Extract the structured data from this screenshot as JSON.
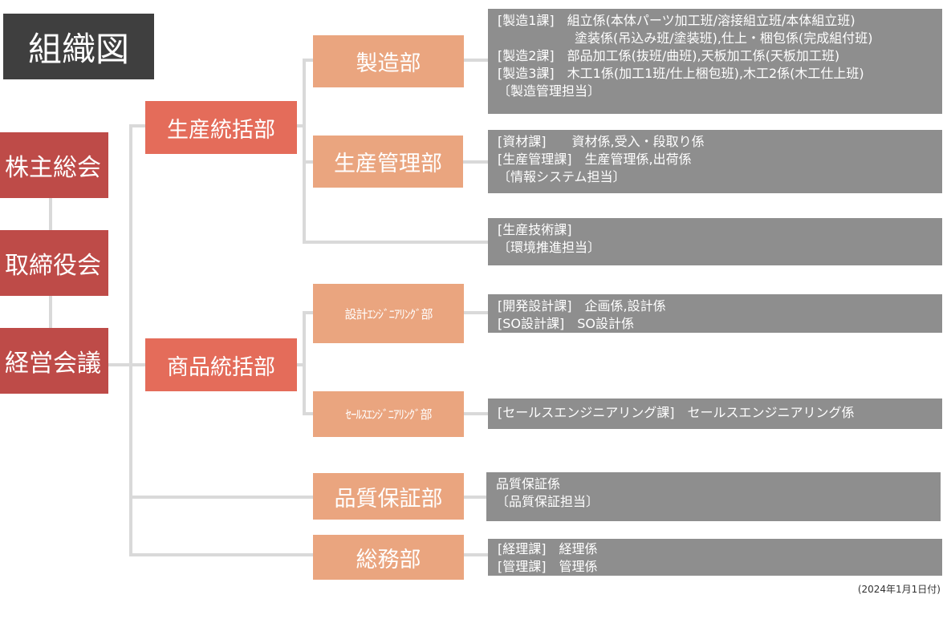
{
  "title": "組織図",
  "board": [
    {
      "id": "kabunushi",
      "label": "株主総会"
    },
    {
      "id": "torishimariyaku",
      "label": "取締役会"
    },
    {
      "id": "keiei",
      "label": "経営会議"
    }
  ],
  "divisions": [
    {
      "id": "seisan-tokatsu",
      "label": "生産統括部"
    },
    {
      "id": "shohin-tokatsu",
      "label": "商品統括部"
    }
  ],
  "departments": [
    {
      "id": "seizo",
      "label": "製造部"
    },
    {
      "id": "seisan-kanri",
      "label": "生産管理部"
    },
    {
      "id": "sekkei-eng",
      "label": "設計ｴﾝｼﾞﾆｱﾘﾝｸﾞ部"
    },
    {
      "id": "sales-eng",
      "label": "ｾｰﾙｽｴﾝｼﾞﾆｱﾘﾝｸﾞ部"
    },
    {
      "id": "hinshitsu",
      "label": "品質保証部"
    },
    {
      "id": "somu",
      "label": "総務部"
    }
  ],
  "details": {
    "seizo": [
      "[製造1課]　組立係(本体パーツ加工班/溶接組立班/本体組立班)",
      "　　　　　　塗装係(吊込み班/塗装班),仕上・梱包係(完成組付班)",
      "[製造2課]　部品加工係(抜班/曲班),天板加工係(天板加工班)",
      "[製造3課]　木工1係(加工1班/仕上梱包班),木工2係(木工仕上班)",
      "〔製造管理担当〕"
    ],
    "seisan-kanri": [
      "[資材課]　　資材係,受入・段取り係",
      "[生産管理課]　生産管理係,出荷係",
      "〔情報システム担当〕"
    ],
    "seisan-gijutsu": [
      "[生産技術課]",
      "〔環境推進担当〕"
    ],
    "sekkei-eng": [
      "[開発設計課]　企画係,設計係",
      "[SO設計課]　SO設計係"
    ],
    "sales-eng": [
      "[セールスエンジニアリング課]　セールスエンジニアリング係"
    ],
    "hinshitsu": [
      "品質保証係",
      "〔品質保証担当〕"
    ],
    "somu": [
      "[経理課]　経理係",
      "[管理課]　管理係"
    ]
  },
  "date_note": "(2024年1月1日付)",
  "colors": {
    "board": "#be4b48",
    "division": "#e46c5a",
    "department": "#eaa57f",
    "detail": "#8e8e8e",
    "title": "#3f3f3f",
    "connector": "#d9d9d9"
  }
}
